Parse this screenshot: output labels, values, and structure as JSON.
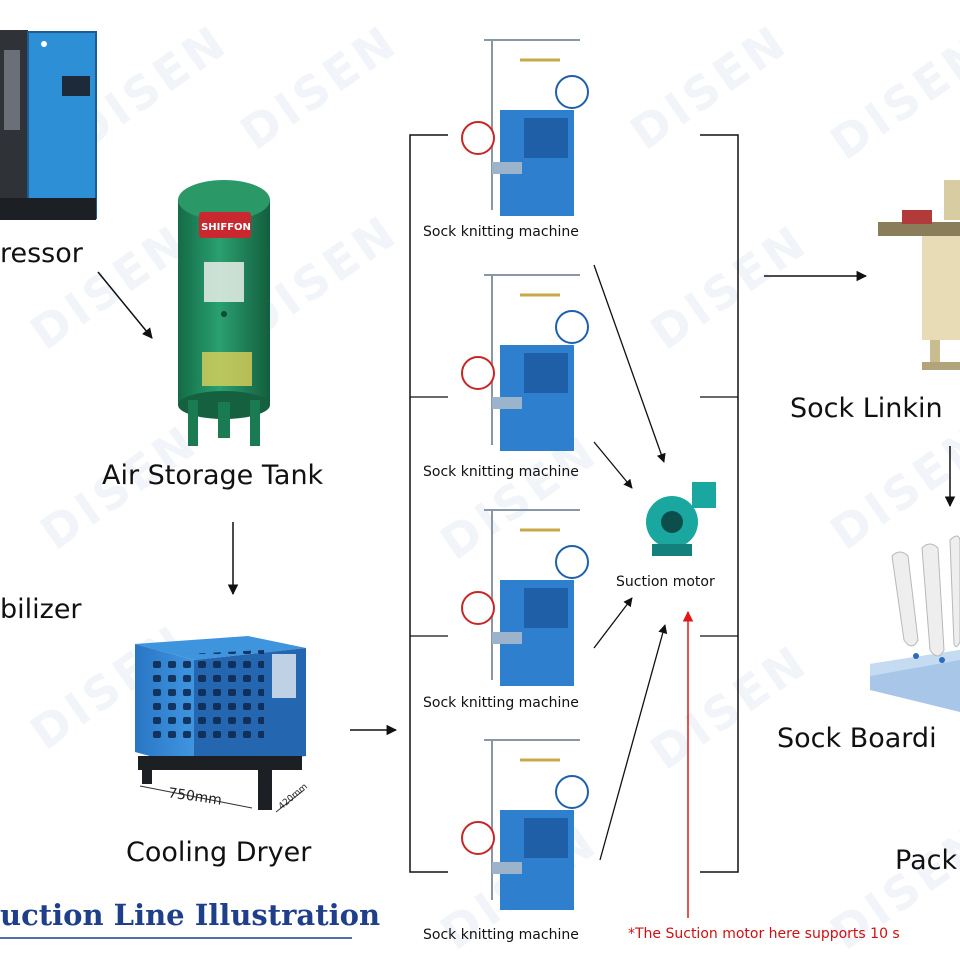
{
  "watermark": "DISEN",
  "labels": {
    "compressor": "ressor",
    "tank": "Air Storage Tank",
    "stabilizer": "bilizer",
    "dryer": "Cooling Dryer",
    "knit1": "Sock knitting machine",
    "knit2": "Sock knitting machine",
    "knit3": "Sock knitting machine",
    "knit4": "Sock knitting machine",
    "suction": "Suction motor",
    "linking": "Sock Linkin",
    "boarding": "Sock Boardi",
    "packing": "Pack",
    "title": "uction Line Illustration",
    "note": "*The Suction motor here supports 10 s"
  },
  "tank_brand": "SHIFFON",
  "dryer_dims": {
    "width": "750mm",
    "depth": "420mm"
  },
  "colors": {
    "arrow": "#111111",
    "note_arrow": "#e01818",
    "title": "#1f3f8a",
    "machine_blue": "#2e7fd0",
    "tank_green": "#1e8a5c",
    "fan_teal": "#1aa7a0"
  }
}
